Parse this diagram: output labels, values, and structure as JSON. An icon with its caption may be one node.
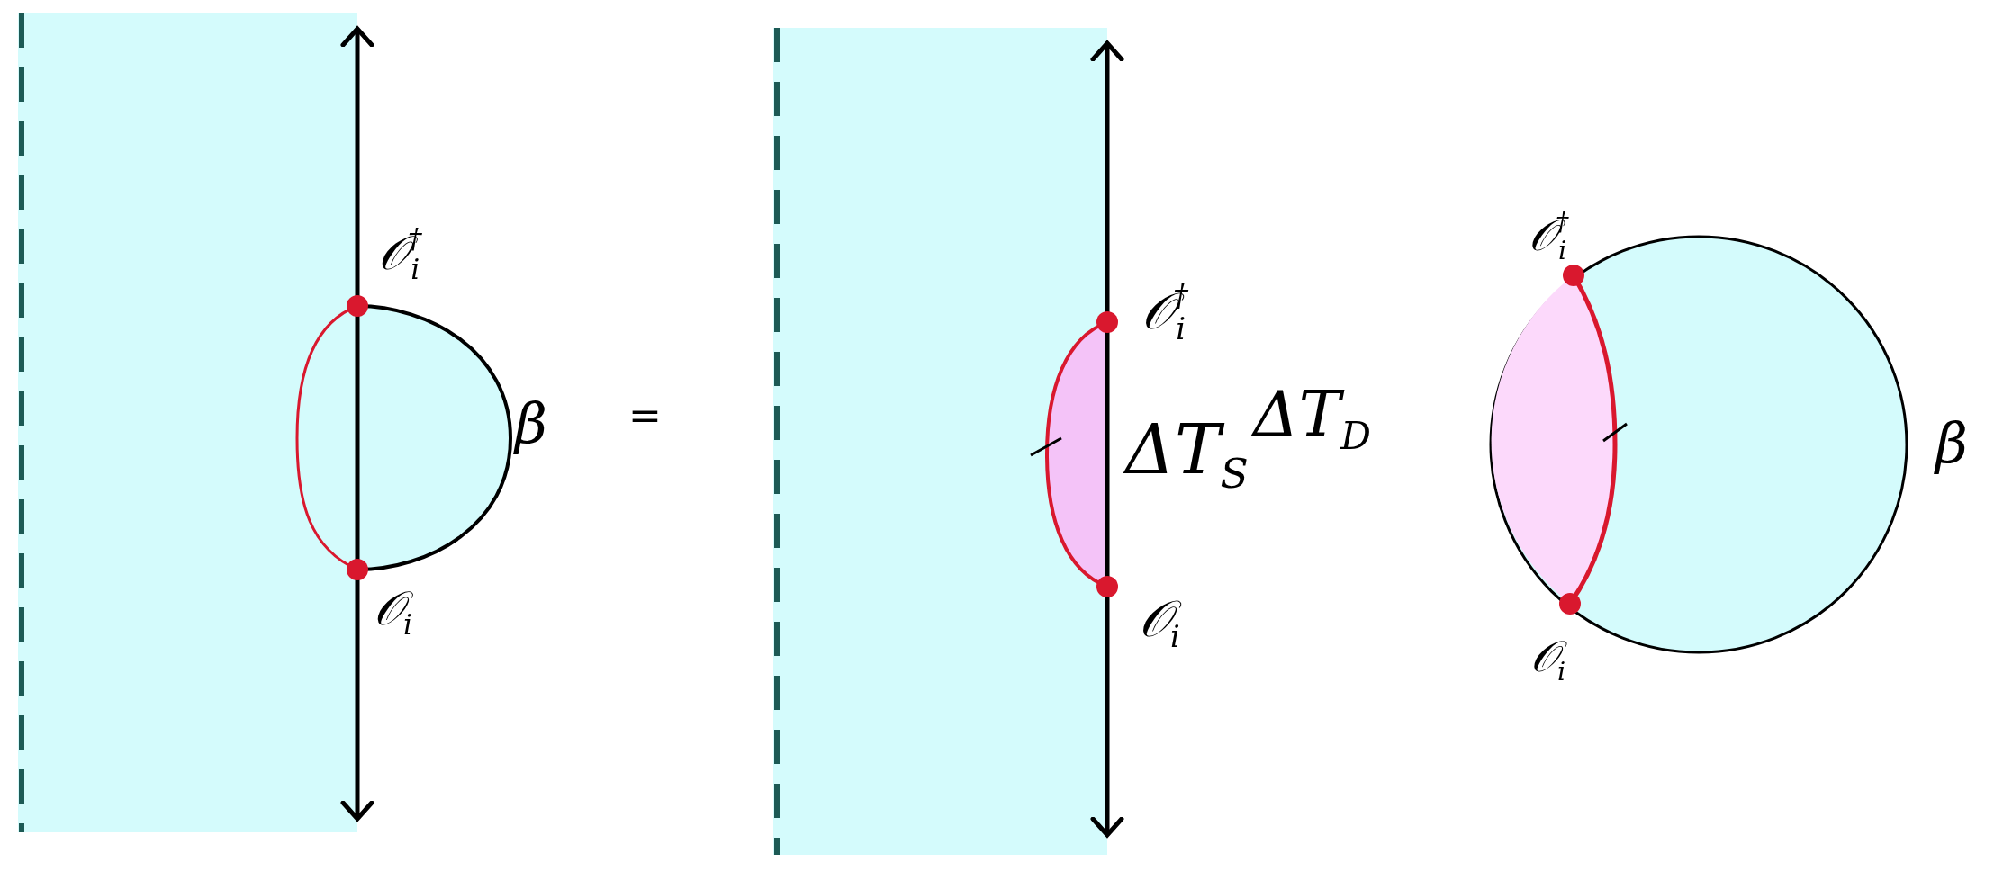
{
  "diagram": {
    "labels": [
      "𝒪$^{†}$$_{i}$",
      "β",
      "𝒪$_{i}$",
      "=",
      "𝒪$^{†}$$_{i}$",
      "ΔT$_{S}$",
      "𝒪$_{i}$",
      "𝒪$^{†}$$_{i}$",
      "ΔT$_{D}$",
      "β",
      "𝒪$_{i}$"
    ]
  }
}
